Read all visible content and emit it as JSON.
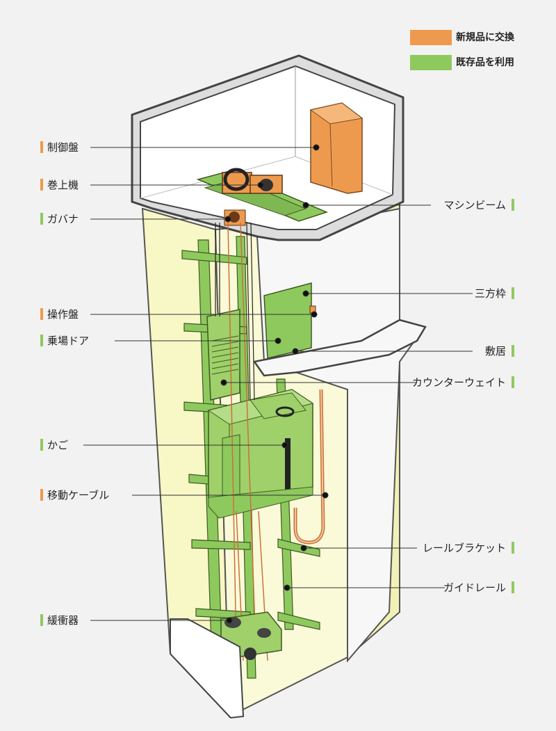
{
  "colors": {
    "orange": "#EE9A4E",
    "green": "#8EC95E",
    "light_green": "#A9D76F",
    "shaft_fill": "#F8F7C6",
    "cable": "#C9713C"
  },
  "legend": [
    {
      "label": "新規品に交換",
      "color": "#EE9A4E"
    },
    {
      "label": "既存品を利用",
      "color": "#8EC95E"
    }
  ],
  "labels_left": [
    {
      "text": "制御盤",
      "status": "replace"
    },
    {
      "text": "巻上機",
      "status": "replace"
    },
    {
      "text": "ガバナ",
      "status": "reuse"
    },
    {
      "text": "操作盤",
      "status": "replace"
    },
    {
      "text": "乗場ドア",
      "status": "reuse"
    },
    {
      "text": "かご",
      "status": "reuse"
    },
    {
      "text": "移動ケーブル",
      "status": "replace"
    },
    {
      "text": "緩衝器",
      "status": "reuse"
    }
  ],
  "labels_right": [
    {
      "text": "マシンビーム",
      "status": "reuse"
    },
    {
      "text": "三方枠",
      "status": "reuse"
    },
    {
      "text": "敷居",
      "status": "reuse"
    },
    {
      "text": "カウンターウェイト",
      "status": "reuse"
    },
    {
      "text": "レールブラケット",
      "status": "reuse"
    },
    {
      "text": "ガイドレール",
      "status": "reuse"
    }
  ]
}
